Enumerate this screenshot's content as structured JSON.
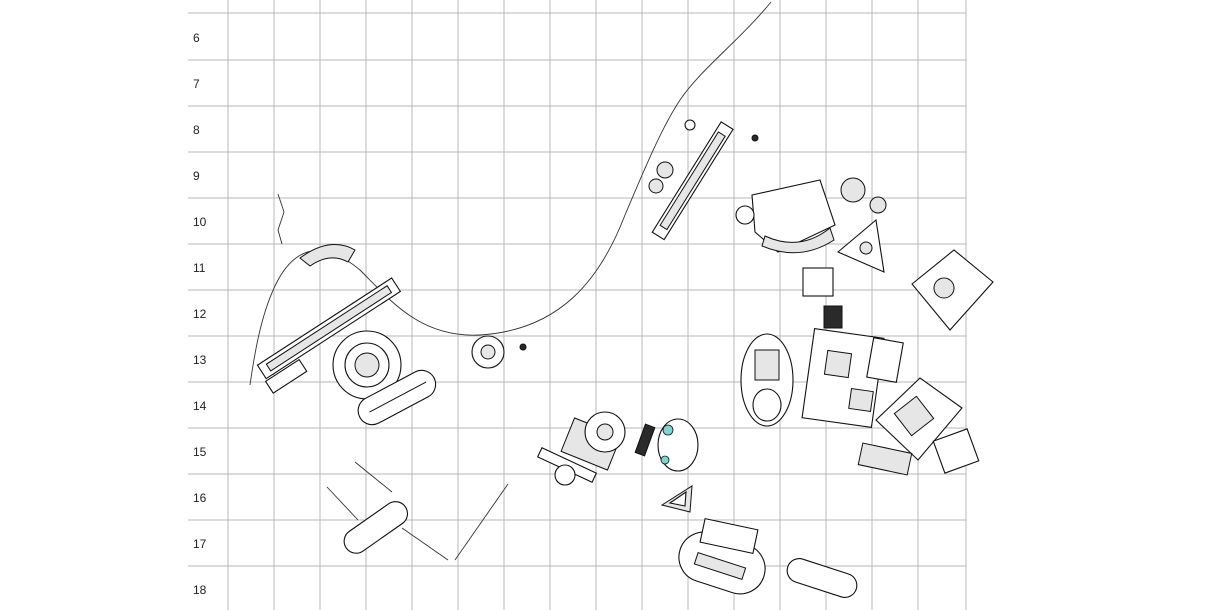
{
  "map": {
    "row_labels": [
      "6",
      "7",
      "8",
      "9",
      "10",
      "11",
      "12",
      "13",
      "14",
      "15",
      "16",
      "17",
      "18"
    ],
    "colors": {
      "grid": "#b9b9b9",
      "ink": "#111111",
      "accent_teal": "#7fd6d0"
    }
  }
}
